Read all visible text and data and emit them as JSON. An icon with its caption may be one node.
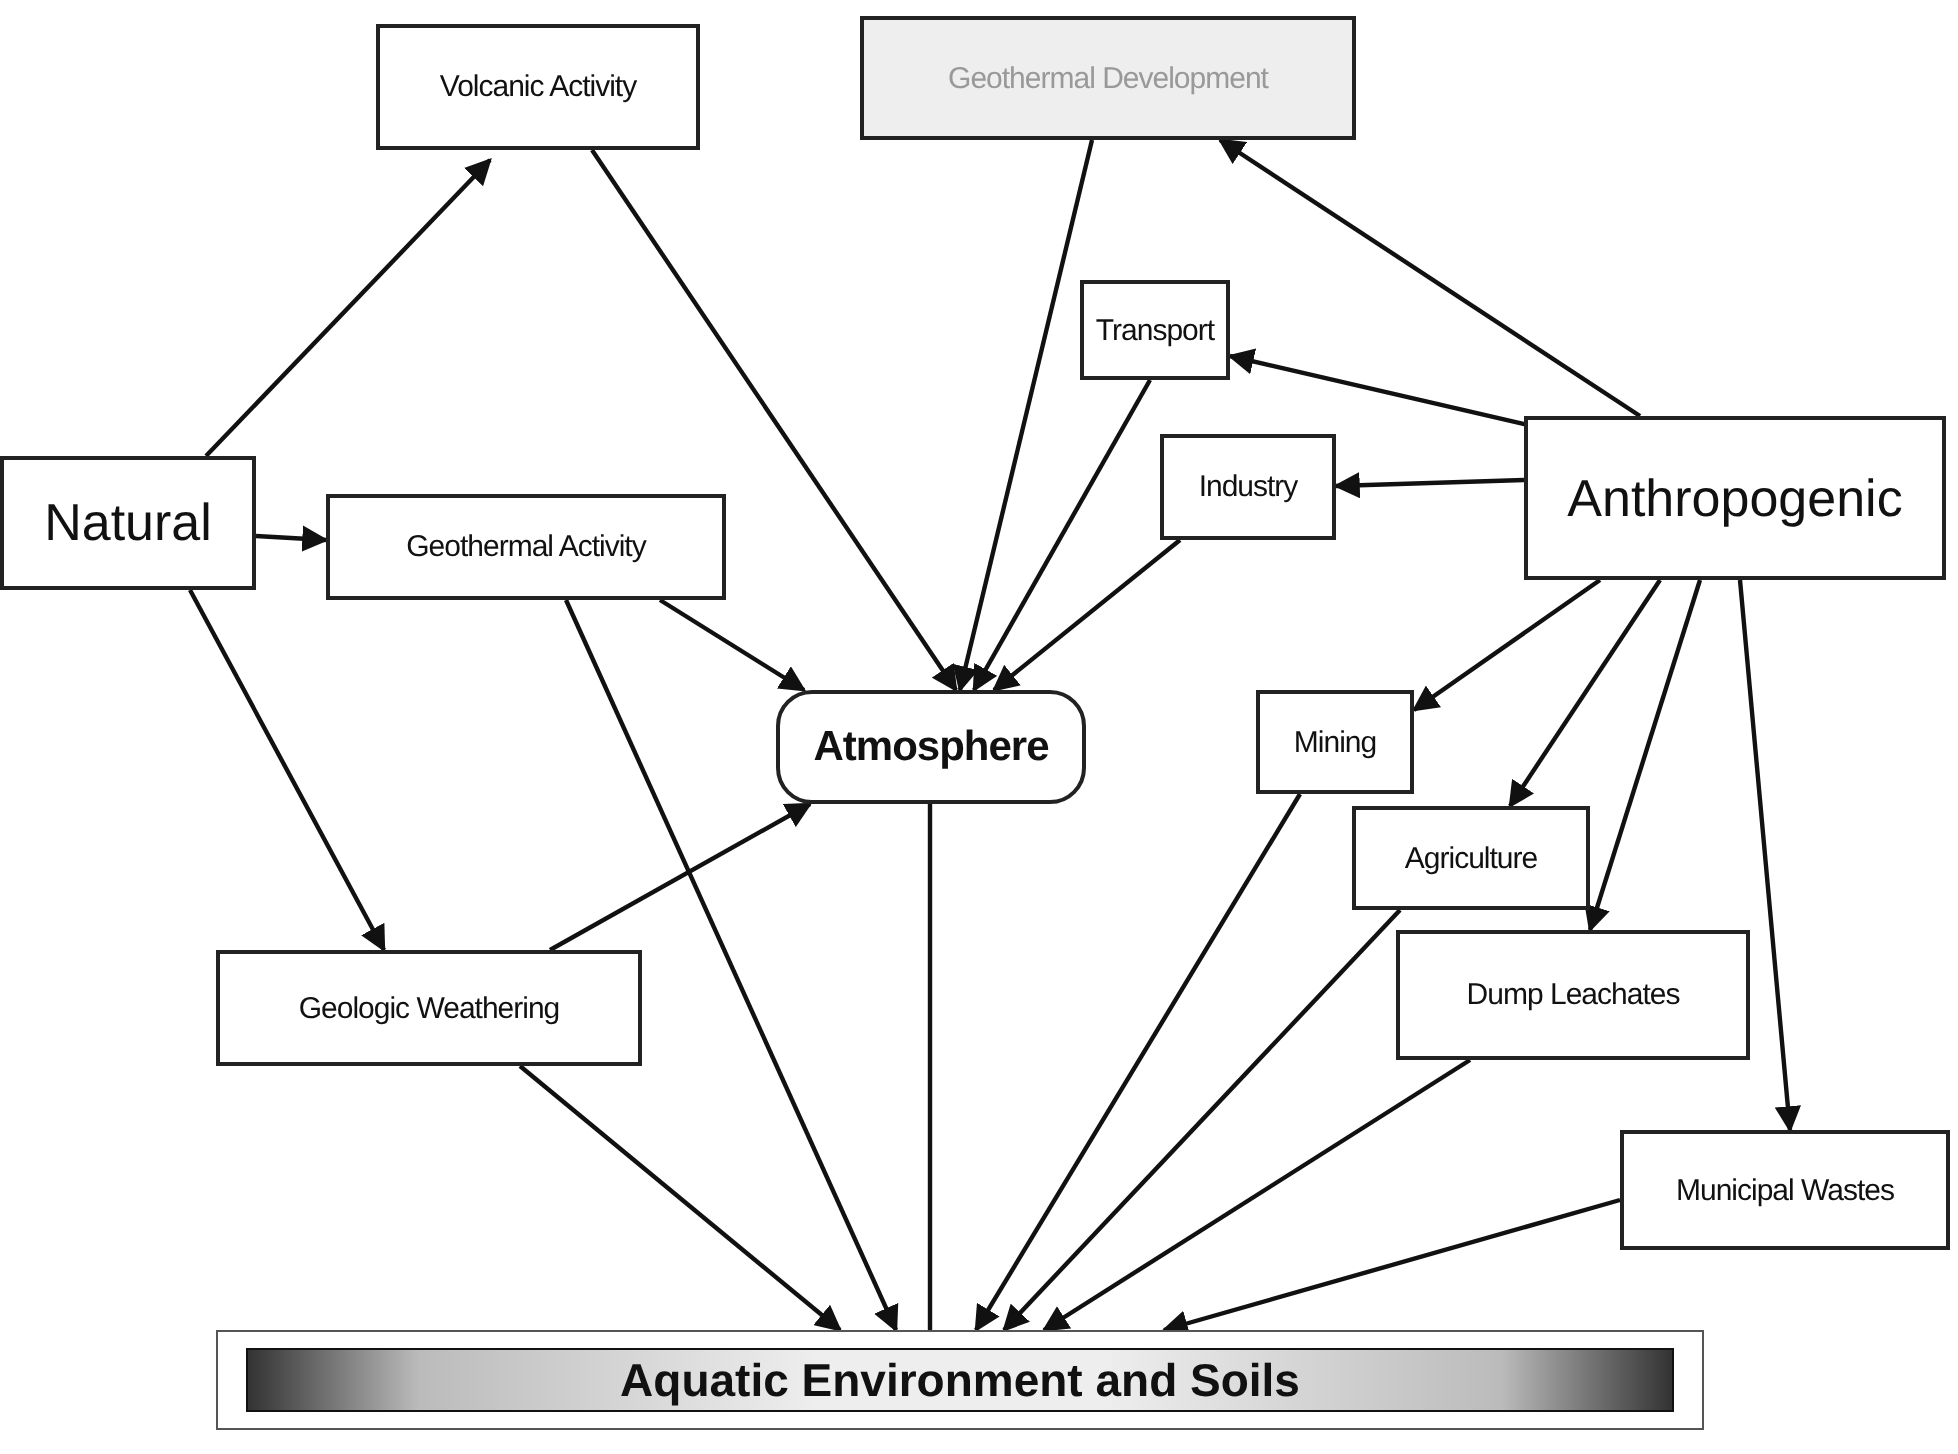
{
  "diagram": {
    "nodes": [
      {
        "text": [
          "Volcanic Activity"
        ]
      },
      {
        "text": [
          "Geothermal Development"
        ]
      },
      {
        "text": [
          "Transport"
        ]
      },
      {
        "text": [
          "Natural"
        ]
      },
      {
        "text": [
          "Geothermal Activity"
        ]
      },
      {
        "text": [
          "Industry"
        ]
      },
      {
        "text": [
          "Anthropogenic"
        ]
      },
      {
        "text": [
          "Atmosphere"
        ]
      },
      {
        "text": [
          "Mining"
        ]
      },
      {
        "text": [
          "Agriculture"
        ]
      },
      {
        "text": [
          "Geologic Weathering"
        ]
      },
      {
        "text": [
          "Dump Leachates"
        ]
      },
      {
        "text": [
          "Municipal Wastes"
        ]
      },
      {
        "text": [
          "Aquatic Environment and Soils"
        ]
      }
    ],
    "edges": [
      {
        "from": 3,
        "to": 0,
        "arrow": "to"
      },
      {
        "from": 3,
        "to": 4,
        "arrow": "to"
      },
      {
        "from": 3,
        "to": 10,
        "arrow": "to"
      },
      {
        "from": 0,
        "to": 7,
        "arrow": "to"
      },
      {
        "from": 1,
        "to": 7,
        "arrow": "to"
      },
      {
        "from": 2,
        "to": 7,
        "arrow": "to"
      },
      {
        "from": 5,
        "to": 7,
        "arrow": "to"
      },
      {
        "from": 4,
        "to": 7,
        "arrow": "to"
      },
      {
        "from": 10,
        "to": 7,
        "arrow": "to"
      },
      {
        "from": 6,
        "to": 1,
        "arrow": "to"
      },
      {
        "from": 6,
        "to": 2,
        "arrow": "to"
      },
      {
        "from": 6,
        "to": 5,
        "arrow": "to"
      },
      {
        "from": 6,
        "to": 8,
        "arrow": "to"
      },
      {
        "from": 6,
        "to": 9,
        "arrow": "to"
      },
      {
        "from": 6,
        "to": 11,
        "arrow": "to"
      },
      {
        "from": 6,
        "to": 12,
        "arrow": "to"
      },
      {
        "from": 10,
        "to": 13,
        "arrow": "to"
      },
      {
        "from": 4,
        "to": 13,
        "arrow": "to"
      },
      {
        "from": 7,
        "to": 13,
        "arrow": "none"
      },
      {
        "from": 8,
        "to": 13,
        "arrow": "to"
      },
      {
        "from": 9,
        "to": 13,
        "arrow": "to"
      },
      {
        "from": 11,
        "to": 13,
        "arrow": "to"
      },
      {
        "from": 12,
        "to": 13,
        "arrow": "to"
      }
    ]
  }
}
